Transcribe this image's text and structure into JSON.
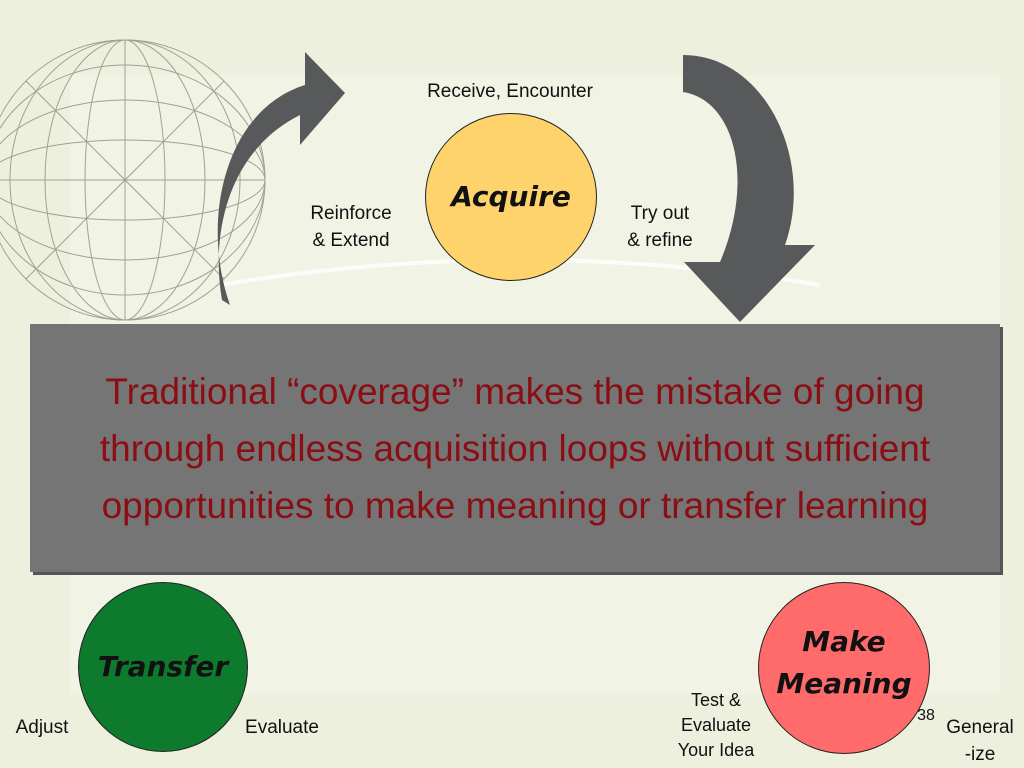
{
  "diagram": {
    "nodes": {
      "acquire": {
        "label": "Acquire",
        "color": "#ffd36b"
      },
      "transfer": {
        "label": "Transfer",
        "color": "#0e7a2e"
      },
      "make_meaning": {
        "label": "Make\nMeaning",
        "color": "#ff6b6b"
      }
    },
    "annotations": {
      "receive": "Receive, Encounter",
      "reinforce": "Reinforce\n& Extend",
      "tryout": "Try out\n& refine",
      "adjust": "Adjust",
      "evaluate": "Evaluate",
      "test_evaluate": "Test &\nEvaluate\nYour Idea",
      "generalize": "General\n-ize"
    },
    "arrow_color": "#58595b"
  },
  "callout": {
    "text": "Traditional “coverage” makes the mistake of going through endless acquisition loops without sufficient opportunities to make meaning or transfer learning",
    "text_color": "#8b0e14",
    "background": "#757575"
  },
  "slide_number": "38"
}
